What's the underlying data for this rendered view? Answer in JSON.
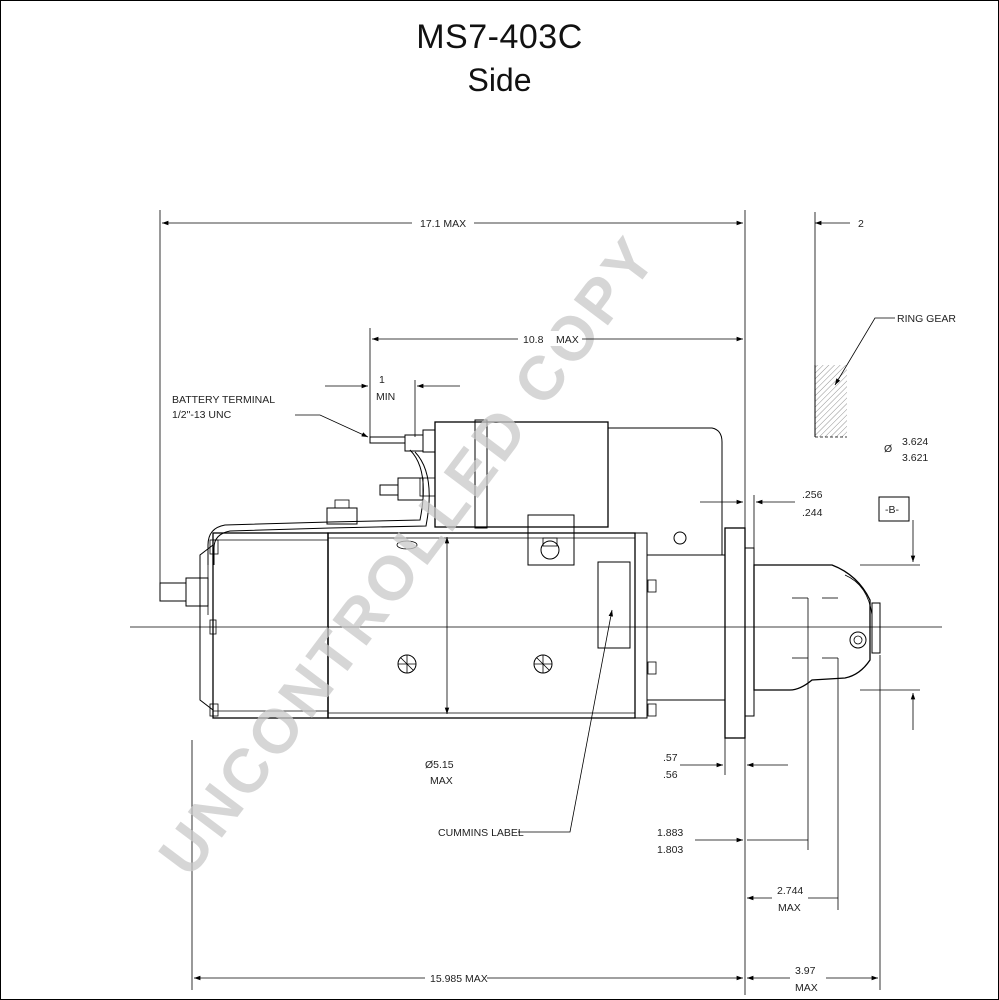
{
  "title": "MS7-403C",
  "subtitle": "Side",
  "watermark": "UNCONTROLLED COPY",
  "dimensions": {
    "overall_length": "17.1 MAX",
    "solenoid_length": "10.8",
    "solenoid_length_max": "MAX",
    "terminal_gap": "1",
    "terminal_gap_min": "MIN",
    "offset_2": "2",
    "flange_thickness_a": ".256",
    "flange_thickness_b": ".244",
    "pilot_dia_symbol": "Ø",
    "pilot_dia_a": "3.624",
    "pilot_dia_b": "3.621",
    "datum": "-B-",
    "body_dia": "Ø5.15",
    "body_dia_max": "MAX",
    "dim_57": ".57",
    "dim_56": ".56",
    "dim_1883": "1.883",
    "dim_1803": "1.803",
    "dim_2744": "2.744",
    "dim_2744_max": "MAX",
    "dim_397": "3.97",
    "dim_397_max": "MAX",
    "motor_length": "15.985 MAX"
  },
  "labels": {
    "battery_terminal": "BATTERY TERMINAL",
    "battery_thread": "1/2\"-13 UNC",
    "ring_gear": "RING GEAR",
    "cummins_label": "CUMMINS LABEL"
  }
}
